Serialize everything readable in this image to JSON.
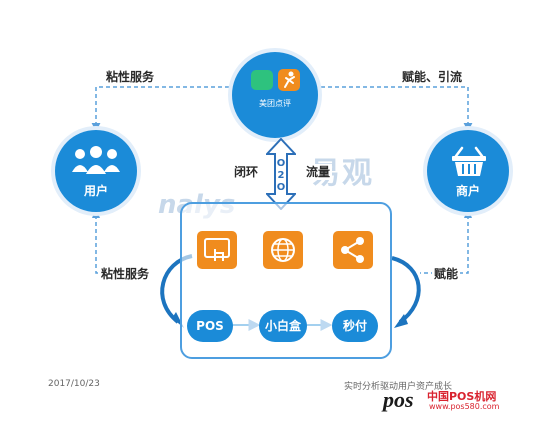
{
  "nodes": {
    "top": {
      "icon_text": "美团点评"
    },
    "left": {
      "label": "用户"
    },
    "right": {
      "label": "商户"
    }
  },
  "edges": {
    "top_left": "粘性服务",
    "top_right": "赋能、引流",
    "bottom_left": "粘性服务",
    "bottom_right": "赋能",
    "center_left": "闭环",
    "center_right": "流量"
  },
  "o2o_letters": [
    "O",
    "2",
    "O"
  ],
  "pills": {
    "pos": "POS",
    "box": "小白盒",
    "pay": "秒付"
  },
  "icons": {
    "top_left": "app-logo-icon",
    "top_right": "runner-logo-icon",
    "left": "users-icon",
    "right": "basket-icon",
    "screen": "tablet-hand-icon",
    "globe": "globe-icon",
    "share": "share-icon"
  },
  "watermark": {
    "big": "易观",
    "latin": "nalys"
  },
  "footer": {
    "date": "2017/10/23",
    "caption": "实时分析驱动用户资产成长"
  },
  "site_logo": {
    "mark": "pos",
    "name": "中国POS机网",
    "url": "www.pos580.com"
  },
  "colors": {
    "blue": "#1b8bd8",
    "dark_blue": "#156fb6",
    "orange": "#f08c1e",
    "dash": "#5aa0dc",
    "frame": "#4d9ee0"
  }
}
